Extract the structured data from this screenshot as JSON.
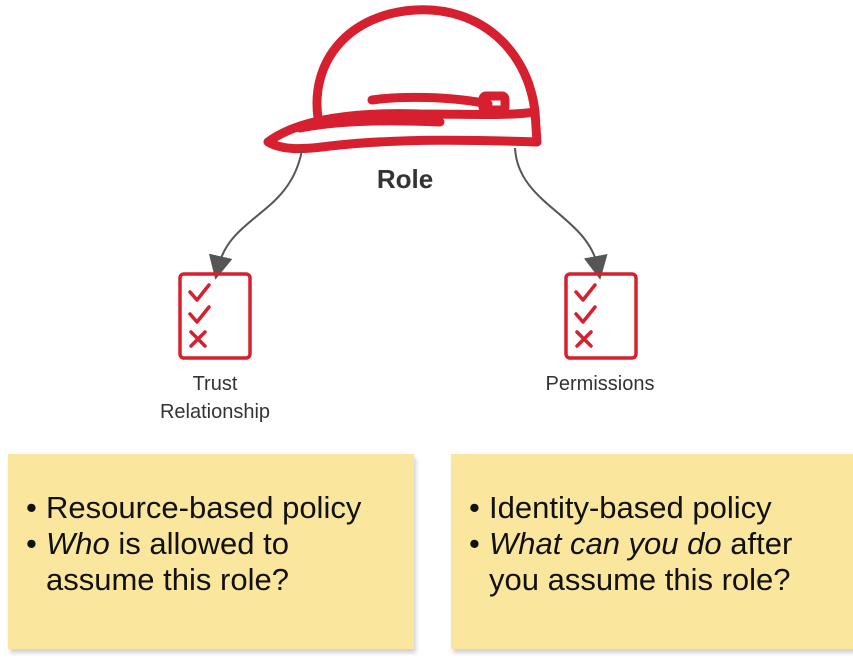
{
  "role": {
    "title": "Role"
  },
  "trust": {
    "caption_line1": "Trust",
    "caption_line2": "Relationship"
  },
  "permissions": {
    "caption": "Permissions"
  },
  "left_note": {
    "bullet1": "Resource-based policy",
    "bullet2_italic": "Who",
    "bullet2_rest": " is allowed to assume this role?"
  },
  "right_note": {
    "bullet1": "Identity-based policy",
    "bullet2_italic": "What can you do",
    "bullet2_rest": " after you assume this role?"
  },
  "colors": {
    "accent_red": "#d6202f",
    "arrow_gray": "#555555",
    "note_yellow": "#fae69c"
  },
  "icons": [
    "hard-hat-icon",
    "checklist-icon",
    "checklist-icon"
  ]
}
